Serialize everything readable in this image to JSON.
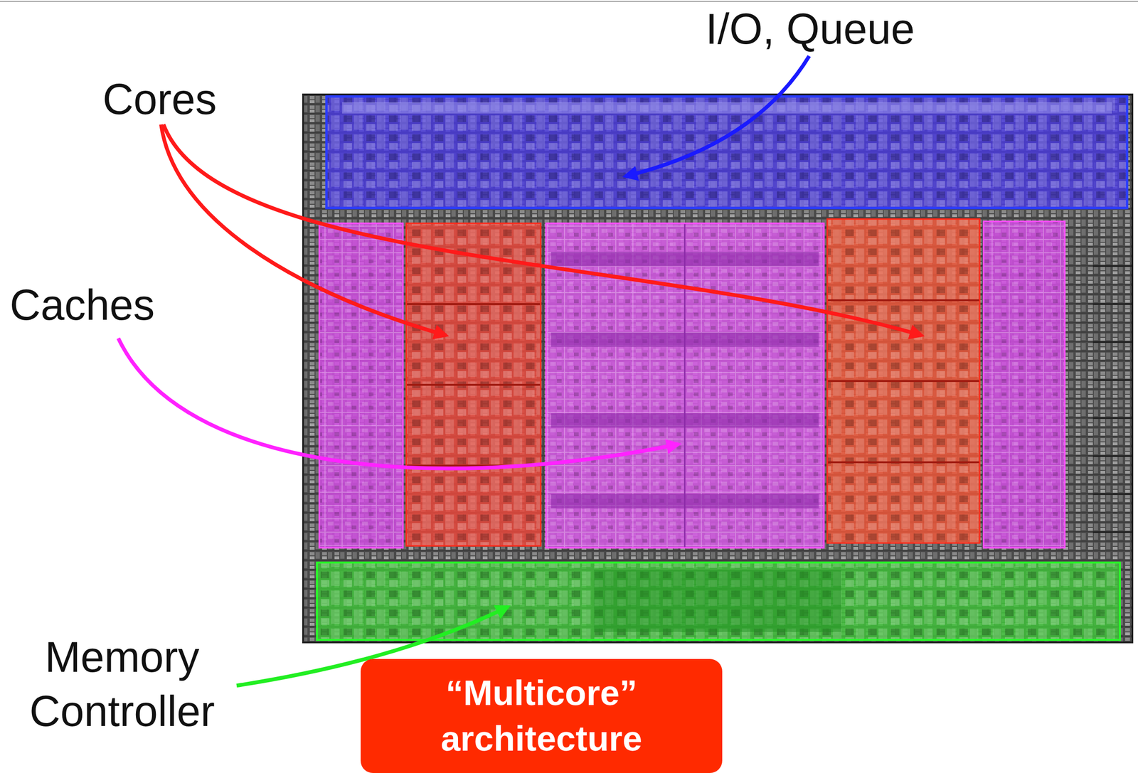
{
  "diagram": {
    "nodes": [
      {
        "text": [
          "“Multicore” architecture"
        ]
      }
    ],
    "labels": [
      "I/O, Queue",
      "Cores",
      "Caches",
      "Memory Controller"
    ]
  }
}
